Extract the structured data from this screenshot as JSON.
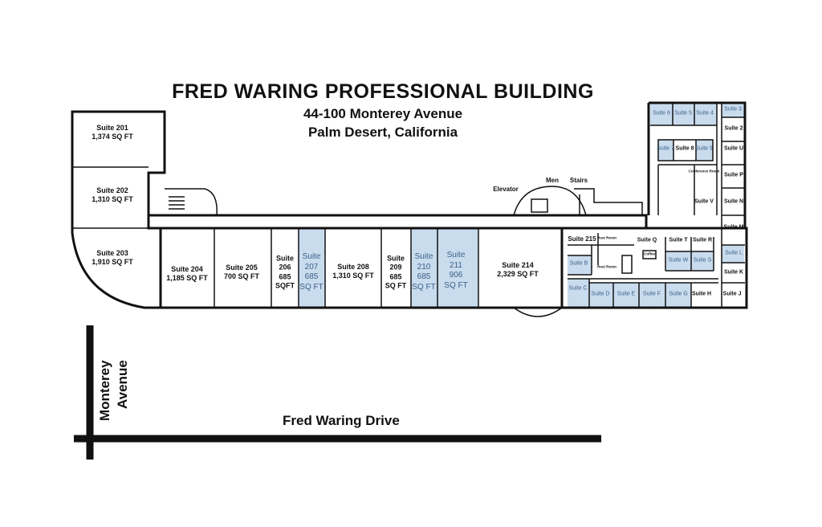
{
  "header": {
    "title": "FRED WARING PROFESSIONAL BUILDING",
    "address_line1": "44-100 Monterey Avenue",
    "address_line2": "Palm Desert, California"
  },
  "colors": {
    "available": "#c9dcee",
    "wall": "#111111",
    "available_text": "#3b5f86"
  },
  "suites": {
    "s201": {
      "name": "Suite 201",
      "area": "1,374 SQ FT"
    },
    "s202": {
      "name": "Suite 202",
      "area": "1,310 SQ FT"
    },
    "s203": {
      "name": "Suite 203",
      "area": "1,910 SQ FT"
    },
    "s204": {
      "name": "Suite 204",
      "area": "1,185 SQ FT"
    },
    "s205": {
      "name": "Suite 205",
      "area": "700 SQ FT"
    },
    "s206": {
      "l1": "Suite",
      "l2": "206",
      "l3": "685",
      "l4": "SQFT"
    },
    "s207": {
      "l1": "Suite",
      "l2": "207",
      "l3": "685",
      "l4": "SQ FT"
    },
    "s208": {
      "name": "Suite 208",
      "area": "1,310 SQ FT"
    },
    "s209": {
      "l1": "Suite",
      "l2": "209",
      "l3": "685",
      "l4": "SQ FT"
    },
    "s210": {
      "l1": "Suite",
      "l2": "210",
      "l3": "685",
      "l4": "SQ FT"
    },
    "s211": {
      "l1": "Suite",
      "l2": "211",
      "l3": "906",
      "l4": "SQ FT"
    },
    "s214": {
      "name": "Suite 214",
      "area": "2,329 SQ FT"
    },
    "s215": {
      "name": "Suite 215"
    }
  },
  "small_suites": {
    "s6": "Suite 6",
    "s5": "Suite 5",
    "s4": "Suite 4",
    "s3": "Suite 3",
    "s7": "Suite 7",
    "s8": "Suite 8",
    "s9": "Suite 9",
    "s2": "Suite 2",
    "sU": "Suite U",
    "sP": "Suite P",
    "sN": "Suite N",
    "sV": "Suite V",
    "sM": "Suite M",
    "sL": "Suite L",
    "sK": "Suite K",
    "sJ": "Suite J",
    "sQ": "Suite Q",
    "sT": "Suite T",
    "sR": "Suite R",
    "sW": "Suite W",
    "sS": "Suite S",
    "sB": "Suite B",
    "sC": "Suite C",
    "sD": "Suite D",
    "sE": "Suite E",
    "sF": "Suite F",
    "sG": "Suite G",
    "sH": "Suite H"
  },
  "features": {
    "elevator": "Elevator",
    "men": "Men",
    "stairs": "Stairs",
    "conference": "Conference Room",
    "coffee": "Coffee",
    "rest_room": "Rest Room"
  },
  "streets": {
    "drive": "Fred Waring Drive",
    "avenue_line1": "Monterey",
    "avenue_line2": "Avenue"
  }
}
